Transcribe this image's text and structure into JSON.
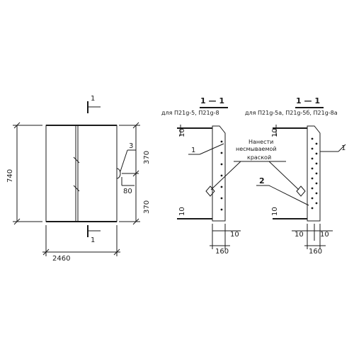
{
  "section_marks": {
    "top": "1",
    "bottom": "1"
  },
  "plan": {
    "height_dim": "740",
    "width_dim": "2460",
    "upper_half": "370",
    "lower_half": "370",
    "offset": "80",
    "callout": "3"
  },
  "section_a": {
    "title": "1 — 1",
    "subtitle": "для П21g-5, П21g-8",
    "top_dim": "10",
    "bottom_dim": "10",
    "gap_dim": "10",
    "width_dim": "160",
    "callout": "1"
  },
  "section_b": {
    "title": "1 — 1",
    "subtitle": "для П21g-5a, П21g-5б, П21g-8a",
    "top_dim": "10",
    "bottom_dim": "10",
    "gap_left": "10",
    "gap_right": "10",
    "width_dim": "160",
    "callout_1": "1",
    "callout_2": "2"
  },
  "note": {
    "line1": "Нанести",
    "line2": "несмываемой",
    "line3": "краской"
  }
}
